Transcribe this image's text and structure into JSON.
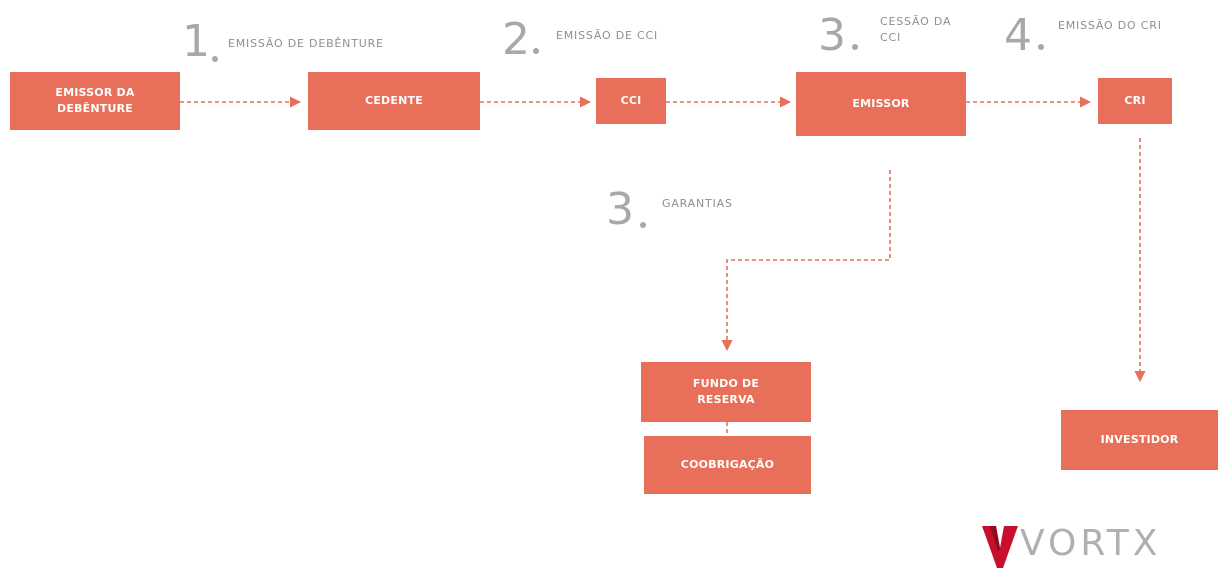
{
  "boxes": {
    "emissor_debenture": "EMISSOR DA DEBÊNTURE",
    "cedente": "CEDENTE",
    "cci": "CCI",
    "emissor": "EMISSOR",
    "cri": "CRI",
    "fundo_reserva": "FUNDO DE RESERVA",
    "coobrigacao": "COOBRIGAÇÃO",
    "investidor": "INVESTIDOR"
  },
  "steps": [
    {
      "number": "1",
      "label": "EMISSÃO DE DEBÊNTURE"
    },
    {
      "number": "2",
      "label": "EMISSÃO DE CCI"
    },
    {
      "number": "3",
      "label": "CESSÃO DA CCI"
    },
    {
      "number": "4",
      "label": "EMISSÃO DO CRI"
    },
    {
      "number": "3",
      "label": "GARANTIAS"
    }
  ],
  "logo": {
    "text": "VÓRTX",
    "display_text": "VORTX"
  },
  "colors": {
    "box": "#e8705a",
    "arrow": "#e8705a",
    "step_text": "#8f8f8f",
    "logo_red": "#c8102e"
  }
}
